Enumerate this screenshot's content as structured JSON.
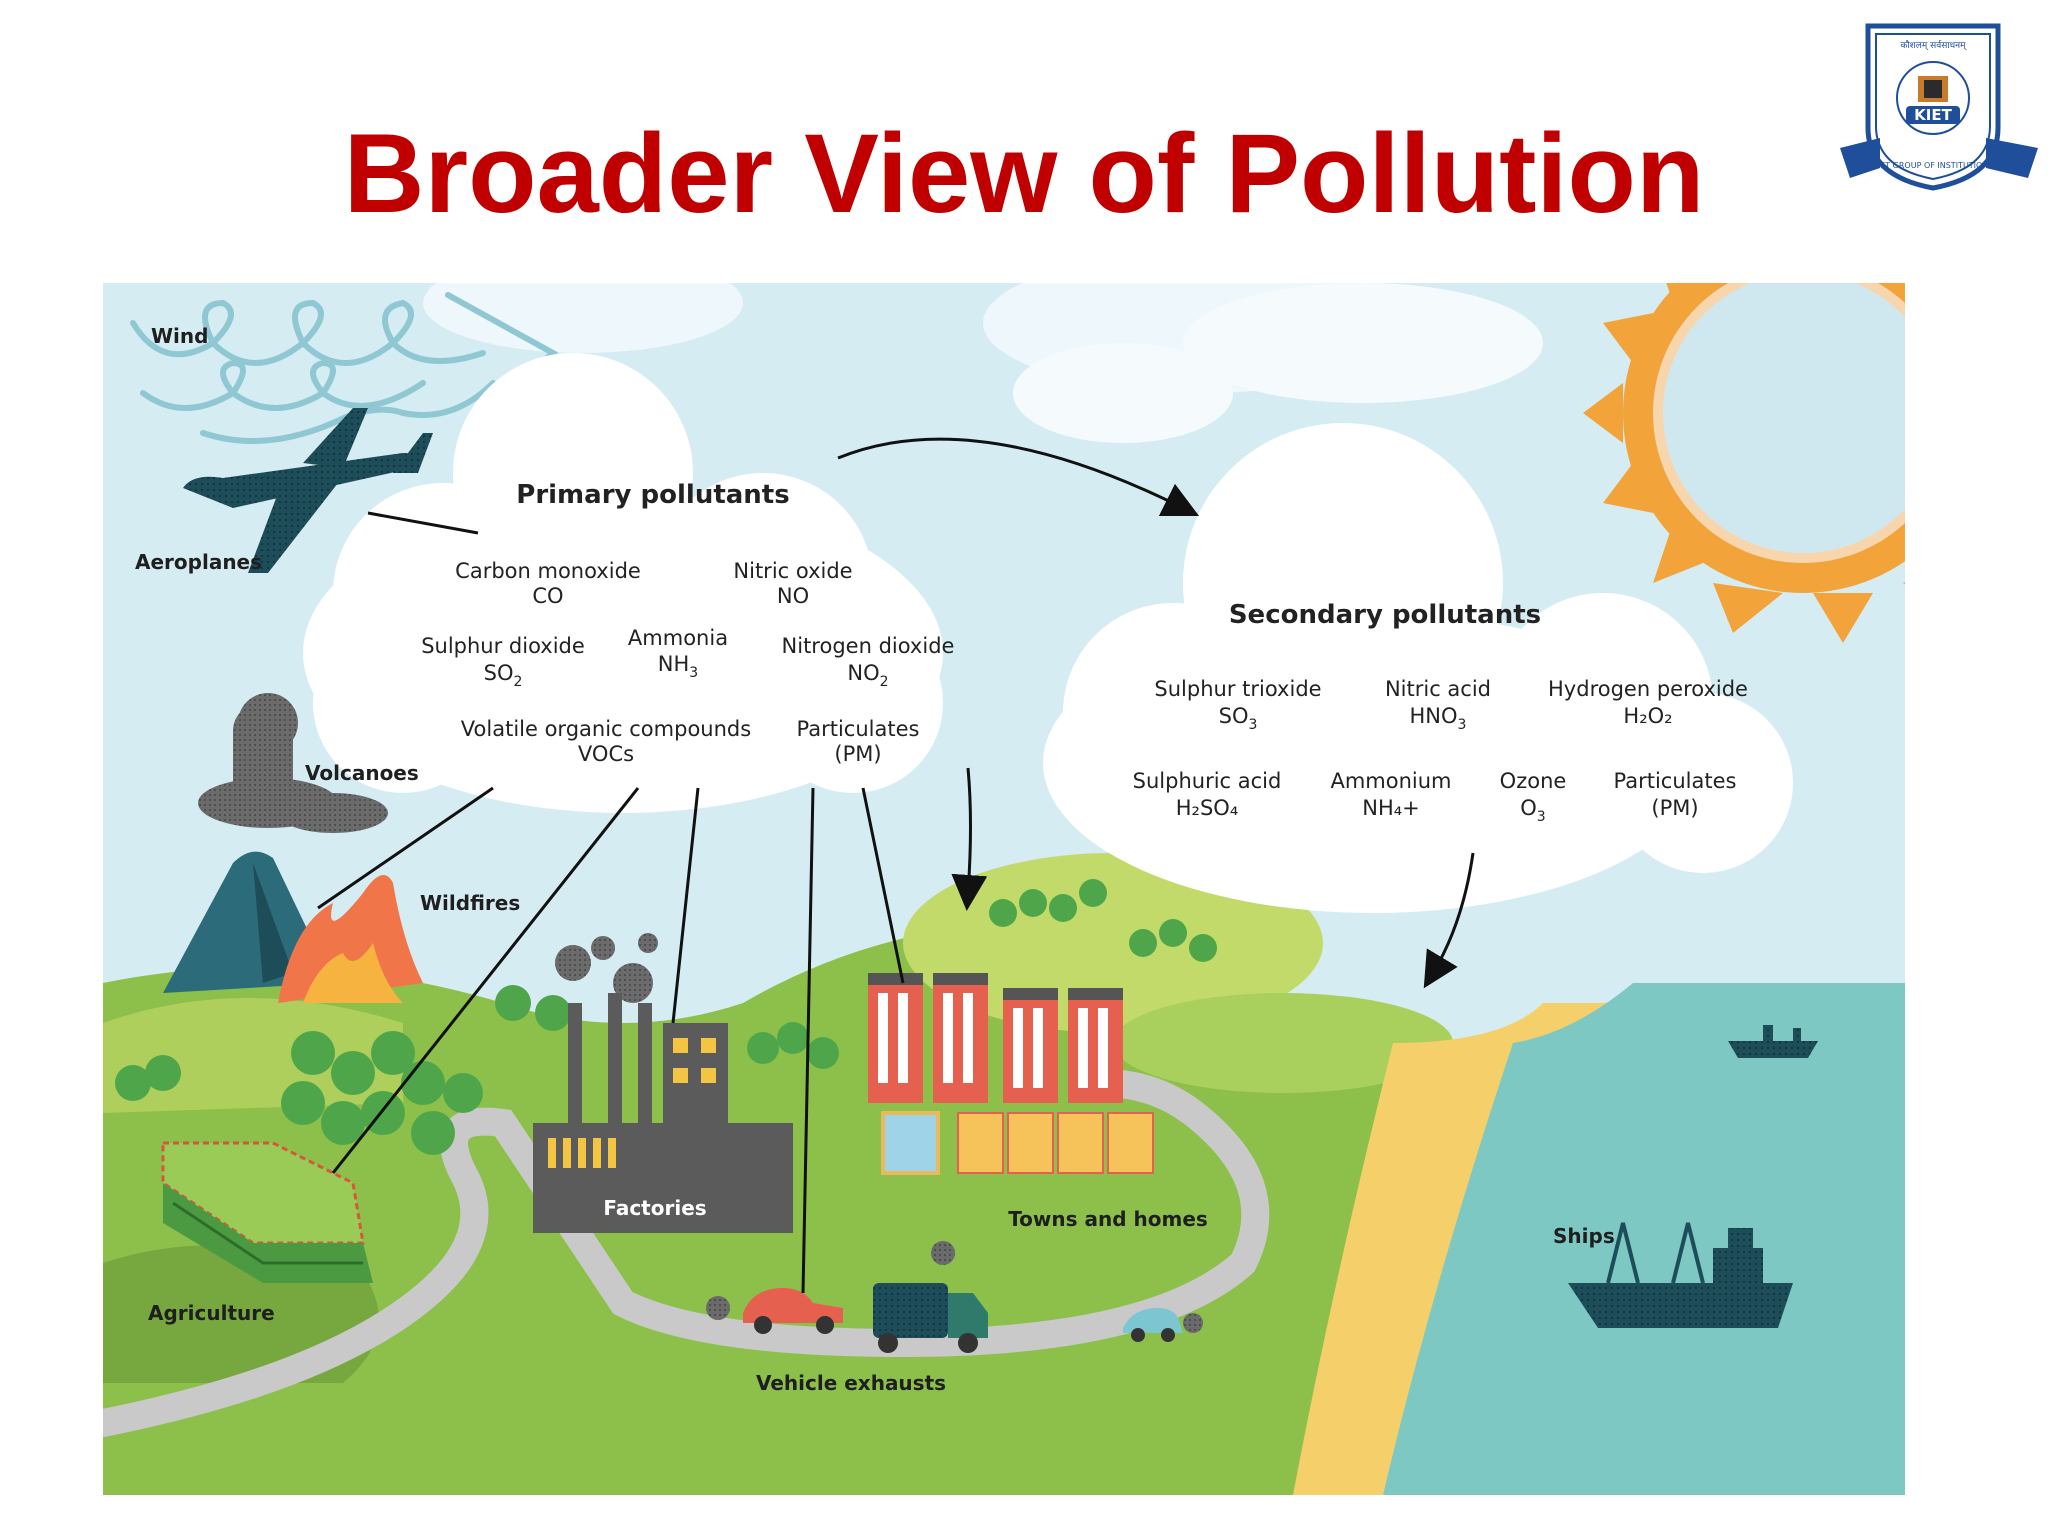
{
  "title": "Broader View of Pollution",
  "logo": {
    "text": "KIET",
    "ring_text": "KIET GROUP OF INSTITUTIONS",
    "motto": "कौशलम् सर्वसाधनम्"
  },
  "labels": {
    "wind": "Wind",
    "aeroplanes": "Aeroplanes",
    "volcanoes": "Volcanoes",
    "wildfires": "Wildfires",
    "agriculture": "Agriculture",
    "factories": "Factories",
    "towns": "Towns and homes",
    "vehicles": "Vehicle exhausts",
    "ships": "Ships"
  },
  "primary": {
    "heading": "Primary pollutants",
    "items": [
      {
        "name": "Carbon monoxide",
        "formula": "CO"
      },
      {
        "name": "Nitric oxide",
        "formula": "NO"
      },
      {
        "name": "Sulphur dioxide",
        "formula": "SO",
        "sub": "2"
      },
      {
        "name": "Ammonia",
        "formula": "NH",
        "sub": "3"
      },
      {
        "name": "Nitrogen dioxide",
        "formula": "NO",
        "sub": "2"
      },
      {
        "name": "Volatile organic compounds",
        "formula": "VOCs"
      },
      {
        "name": "Particulates",
        "formula": "(PM)"
      }
    ]
  },
  "secondary": {
    "heading": "Secondary pollutants",
    "items": [
      {
        "name": "Sulphur trioxide",
        "formula": "SO",
        "sub": "3"
      },
      {
        "name": "Nitric acid",
        "formula": "HNO",
        "sub": "3"
      },
      {
        "name": "Hydrogen peroxide",
        "formula": "H₂O₂"
      },
      {
        "name": "Sulphuric acid",
        "formula": "H₂SO₄"
      },
      {
        "name": "Ammonium",
        "formula": "NH₄+"
      },
      {
        "name": "Ozone",
        "formula": "O",
        "sub": "3"
      },
      {
        "name": "Particulates",
        "formula": "(PM)"
      }
    ]
  },
  "colors": {
    "title": "#c00000",
    "sky": "#d6ecf3",
    "sun": "#f2a33a",
    "grass": "#8cc04b",
    "sea": "#7ec8c4",
    "sand": "#f4cf6a",
    "road": "#c9c9c9",
    "dark": "#1e4d5a"
  }
}
